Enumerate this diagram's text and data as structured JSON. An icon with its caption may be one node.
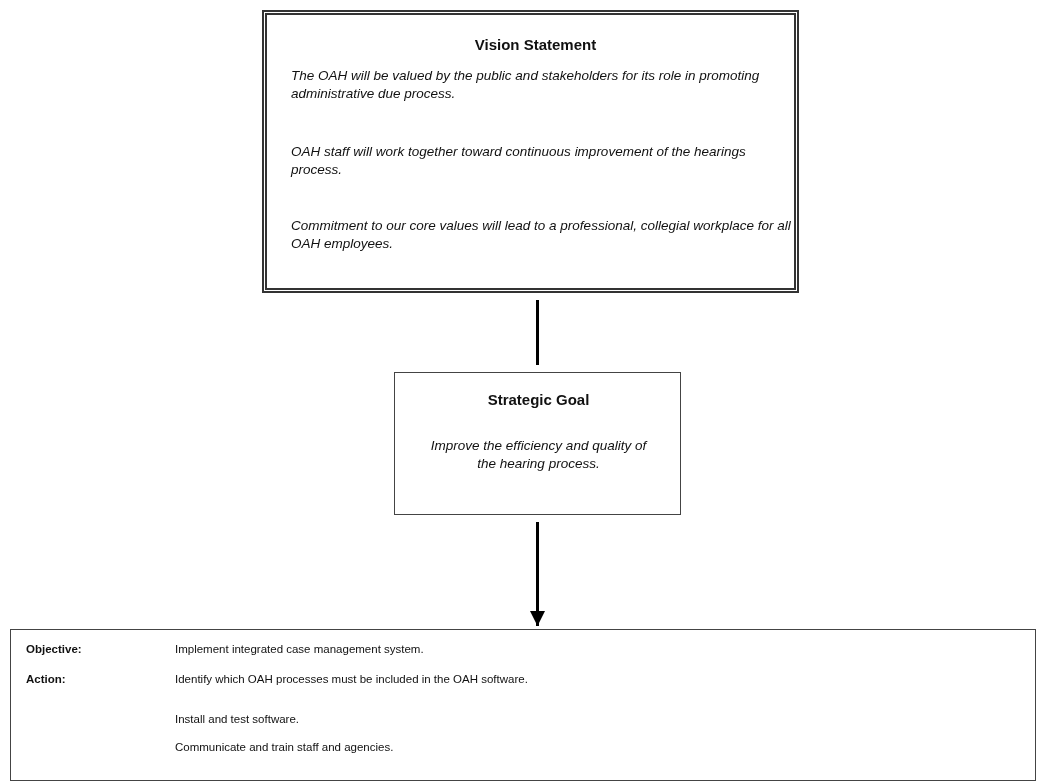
{
  "diagram": {
    "nodes": [
      {
        "text": [
          "Vision Statement",
          "The OAH will be valued by the public and stakeholders for its role in promoting administrative due process.",
          "OAH staff will work together toward continuous improvement of the hearings process.",
          "Commitment to our core values will lead to a professional, collegial workplace for all OAH employees."
        ]
      },
      {
        "text": [
          "Strategic Goal",
          "Improve the efficiency and quality of the hearing process."
        ]
      },
      {
        "text": [
          "Objective:",
          "Implement integrated case management system.",
          "Action:",
          "Identify which OAH processes must be included in the OAH software.",
          "Install and test software.",
          "Communicate and train staff and agencies."
        ]
      }
    ],
    "edges": [
      {
        "from": 0,
        "to": 1,
        "arrow": "none"
      },
      {
        "from": 1,
        "to": 2,
        "arrow": "to"
      }
    ]
  }
}
